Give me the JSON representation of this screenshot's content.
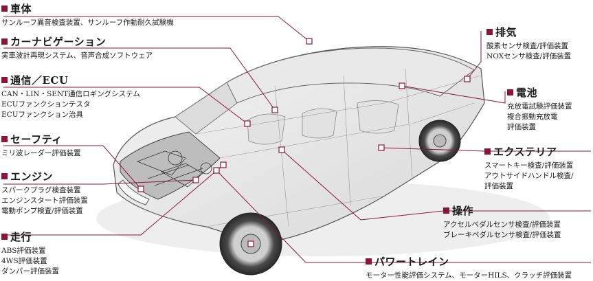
{
  "accent_color": "#8a1538",
  "categories": {
    "body": {
      "title": "車体",
      "items": [
        "サンルーフ異音検査装置、サンルーフ作動耐久試験機"
      ]
    },
    "navi": {
      "title": "カーナビゲーション",
      "items": [
        "実車波計再現システム、音声合成ソフトウェア"
      ]
    },
    "ecu": {
      "title": "通信／ECU",
      "items": [
        "CAN・LIN・SENT通信ロギングシステム",
        "ECUファンクションテスタ",
        "ECUファンクション治具"
      ]
    },
    "safety": {
      "title": "セーフティ",
      "items": [
        "ミリ波レーダー評価装置"
      ]
    },
    "engine": {
      "title": "エンジン",
      "items": [
        "スパークプラグ検査装置",
        "エンジンスタート評価装置",
        "電動ポンプ検査/評価装置"
      ]
    },
    "drive": {
      "title": "走行",
      "items": [
        "ABS評価装置",
        "4WS評価装置",
        "ダンパー評価装置"
      ]
    },
    "exhaust": {
      "title": "排気",
      "items": [
        "酸素センサ検査/評価装置",
        "NOXセンサ検査/評価装置"
      ]
    },
    "battery": {
      "title": "電池",
      "items": [
        "充放電試験評価装置",
        "複合振動充放電",
        "評価装置"
      ]
    },
    "exterior": {
      "title": "エクステリア",
      "items": [
        "スマートキー検査/評価装置",
        "アウトサイドハンドル検査/",
        "評価装置"
      ]
    },
    "operation": {
      "title": "操作",
      "items": [
        "アクセルペダルセンサ検査/評価装置",
        "ブレーキペダルセンサ検査/評価装置"
      ]
    },
    "powertrain": {
      "title": "パワートレイン",
      "items": [
        "モーター性能評価システム、モーターHILS、クラッチ評価装置"
      ]
    }
  }
}
